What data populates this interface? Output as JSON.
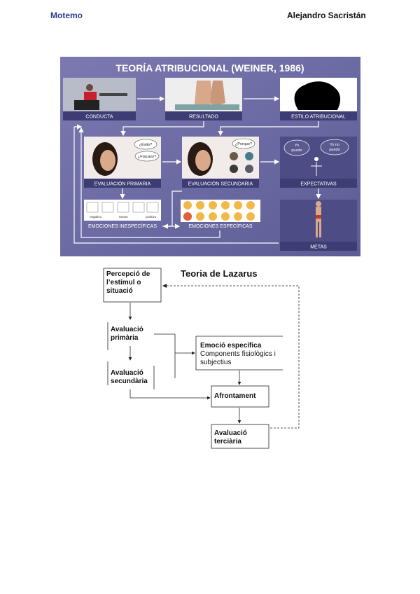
{
  "header": {
    "left": "Motemo",
    "right": "Alejandro Sacristán"
  },
  "weiner": {
    "title": "TEORÍA ATRIBUCIONAL (WEINER, 1986)",
    "labels": {
      "conducta": "CONDUCTA",
      "resultado": "RESULTADO",
      "estilo": "ESTILO ATRIBUCIONAL",
      "eval_primaria": "EVALUACIÓN PRIMARIA",
      "eval_secundaria": "EVALUACIÓN SECUNDARIA",
      "expectativas": "EXPECTATIVAS",
      "emo_inesp": "EMOCIONES INESPECÍFICAS",
      "emo_esp": "EMOCIONES ESPECÍFICAS",
      "metas": "METAS"
    },
    "bubbles": {
      "exito": "¿Éxito?",
      "fracaso": "¿Fracaso?",
      "porque": "¿Porque?",
      "yo_puedo": "Yo puedo",
      "no_puedo": "Yo no puedo"
    },
    "scale": {
      "left": "negativo",
      "mid": "neutro",
      "right": "positivo"
    },
    "colors": {
      "bg": "#6f6da3",
      "panel": "#4b4a80",
      "arrow": "#ffffff"
    }
  },
  "lazarus": {
    "title": "Teoria de Lazarus",
    "percepcio": [
      "Percepció de",
      "l’estímul o",
      "situació"
    ],
    "primaria": [
      "Avaluació",
      "primària"
    ],
    "secundaria": [
      "Avaluació",
      "secundària"
    ],
    "emocio_title": "Emoció específica",
    "emocio_sub": [
      "Components fisiològics i",
      "subjectius"
    ],
    "afrontament": "Afrontament",
    "terciaria": [
      "Avaluació",
      "terciària"
    ]
  }
}
